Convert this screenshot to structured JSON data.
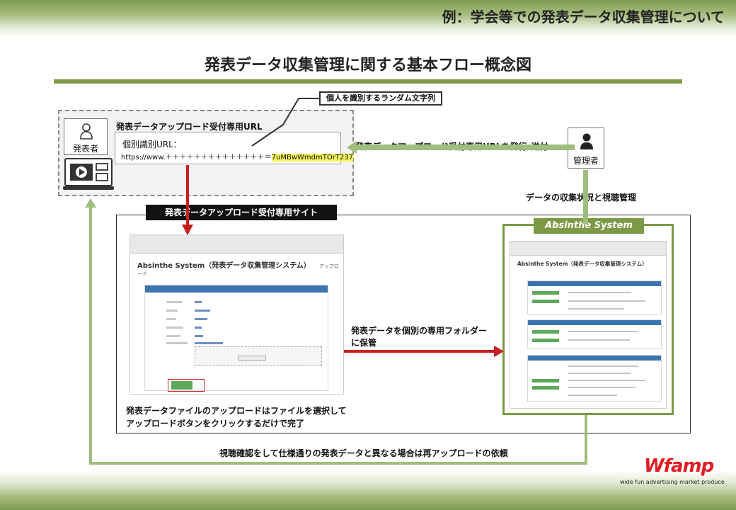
{
  "header": {
    "title": "例：学会等での発表データ収集管理について"
  },
  "page": {
    "title": "発表データ収集管理に関する基本フロー概念図"
  },
  "callout": {
    "text": "個人を識別するランダム文字列"
  },
  "presenter": {
    "label": "発表者",
    "icon": "person-icon",
    "device_icon": "monitor-video-icon"
  },
  "upload_url": {
    "title": "発表データアップロード受付専用URL",
    "label": "個別識別URL：",
    "url_prefix": "https://www.＋＋＋＋＋＋＋＋＋＋＋＋＋＋＝",
    "url_token": "7uMBwWmdmTOrT237"
  },
  "admin": {
    "label": "管理者",
    "icon": "person-icon"
  },
  "arrows": {
    "issue_send": "発表データアップロード受付専用URLを発行･送付",
    "monitor": "データの収集状況と視聴管理",
    "store": [
      "発表データを個別の専用フォルダー",
      "に保管"
    ],
    "reupload": "視聴確認をして仕様通りの発表データと異なる場合は再アップロードの依頼"
  },
  "upload_site": {
    "label": "発表データアップロード受付専用サイト",
    "app_title": "Absinthe System（発表データ収集管理システム）",
    "app_subtitle": "アップロード"
  },
  "caption": [
    "発表データファイルのアップロードはファイルを選択して",
    "アップロードボタンをクリックするだけで完了"
  ],
  "absinthe": {
    "tag": "Absinthe System",
    "app_title": "Absinthe System（発表データ収集管理システム）"
  },
  "brand": {
    "name": "Wfamp",
    "tagline": "wide fun advertising market produce"
  },
  "colors": {
    "accent_green": "#7c9a45",
    "arrow_red": "#c81e1e",
    "arrow_green": "#9fbe7c",
    "highlight": "#f4f35a",
    "brand_red": "#e11b22"
  }
}
